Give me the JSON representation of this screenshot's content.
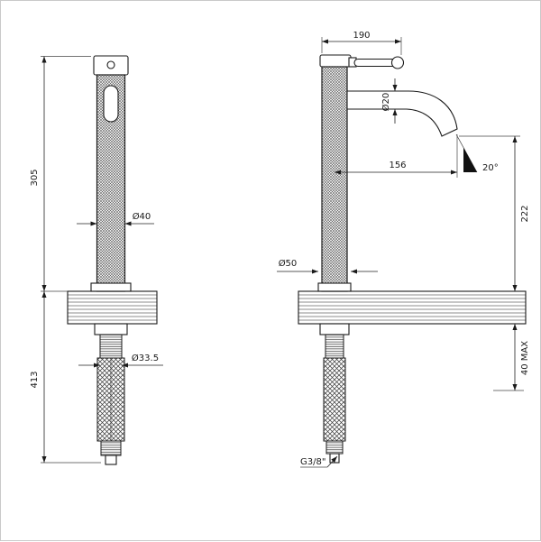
{
  "drawing": {
    "labels": {
      "height_above": "305",
      "height_below": "413",
      "body_dia": "Ø40",
      "shank_dia": "Ø33.5",
      "handle_width": "190",
      "spout_dia": "Ø20",
      "spout_reach": "156",
      "spout_angle": "20°",
      "spout_height": "222",
      "deck_max": "40 MAX",
      "connection": "G3/8\""
    }
  }
}
